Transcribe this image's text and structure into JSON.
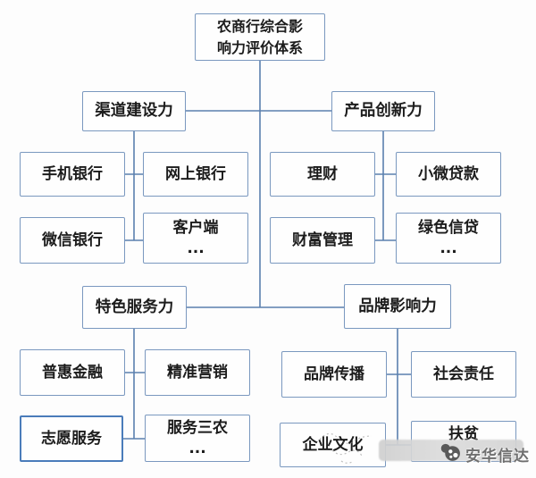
{
  "diagram": {
    "root": {
      "label": "农商行综合影\n响力评价体系"
    },
    "branches": [
      {
        "label": "渠道建设力",
        "children": [
          {
            "label": "手机银行"
          },
          {
            "label": "网上银行"
          },
          {
            "label": "微信银行"
          },
          {
            "label": "客户端\n..."
          }
        ]
      },
      {
        "label": "产品创新力",
        "children": [
          {
            "label": "理财"
          },
          {
            "label": "小微贷款"
          },
          {
            "label": "财富管理"
          },
          {
            "label": "绿色信贷\n..."
          }
        ]
      },
      {
        "label": "特色服务力",
        "children": [
          {
            "label": "普惠金融"
          },
          {
            "label": "精准营销"
          },
          {
            "label": "志愿服务"
          },
          {
            "label": "服务三农\n..."
          }
        ]
      },
      {
        "label": "品牌影响力",
        "children": [
          {
            "label": "品牌传播"
          },
          {
            "label": "社会责任"
          },
          {
            "label": "企业文化"
          },
          {
            "label": "扶贫"
          }
        ]
      }
    ],
    "watermark": {
      "label": "安华信达",
      "logo": "panda-logo"
    },
    "colors": {
      "box_border": "#7a98bf",
      "connector": "#5b80ae",
      "selected_border": "#4a7cba",
      "text": "#1c1c1c",
      "watermark_text": "#6f6f6f"
    }
  }
}
